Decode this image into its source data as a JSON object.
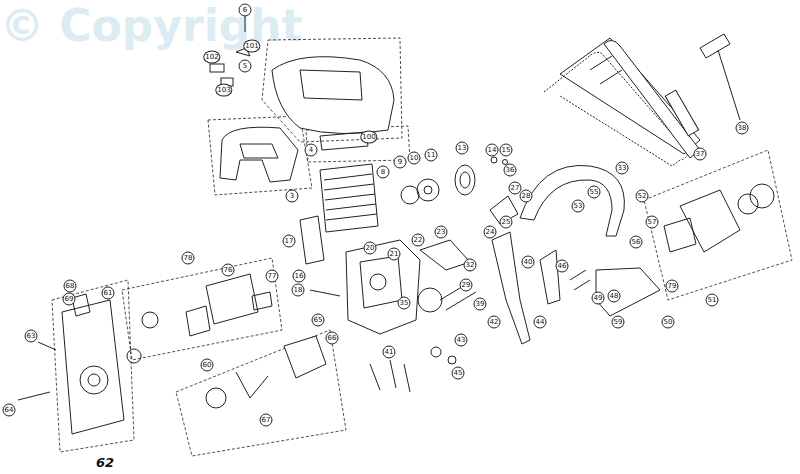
{
  "diagram": {
    "labels": [
      "© Copyright",
      "6",
      "101",
      "102",
      "103",
      "5",
      "100",
      "4",
      "3",
      "8",
      "9",
      "10",
      "11",
      "13",
      "14",
      "15",
      "36",
      "27",
      "28",
      "33",
      "37",
      "38",
      "55",
      "52",
      "53",
      "17",
      "16",
      "18",
      "20",
      "21",
      "22",
      "23",
      "24",
      "25",
      "29",
      "32",
      "35",
      "39",
      "40",
      "42",
      "43",
      "44",
      "45",
      "41",
      "46",
      "48",
      "49",
      "50",
      "51",
      "59",
      "79",
      "56",
      "57",
      "65",
      "66",
      "67",
      "60",
      "78",
      "76",
      "77",
      "61",
      "68",
      "69",
      "63",
      "64",
      "62"
    ]
  }
}
